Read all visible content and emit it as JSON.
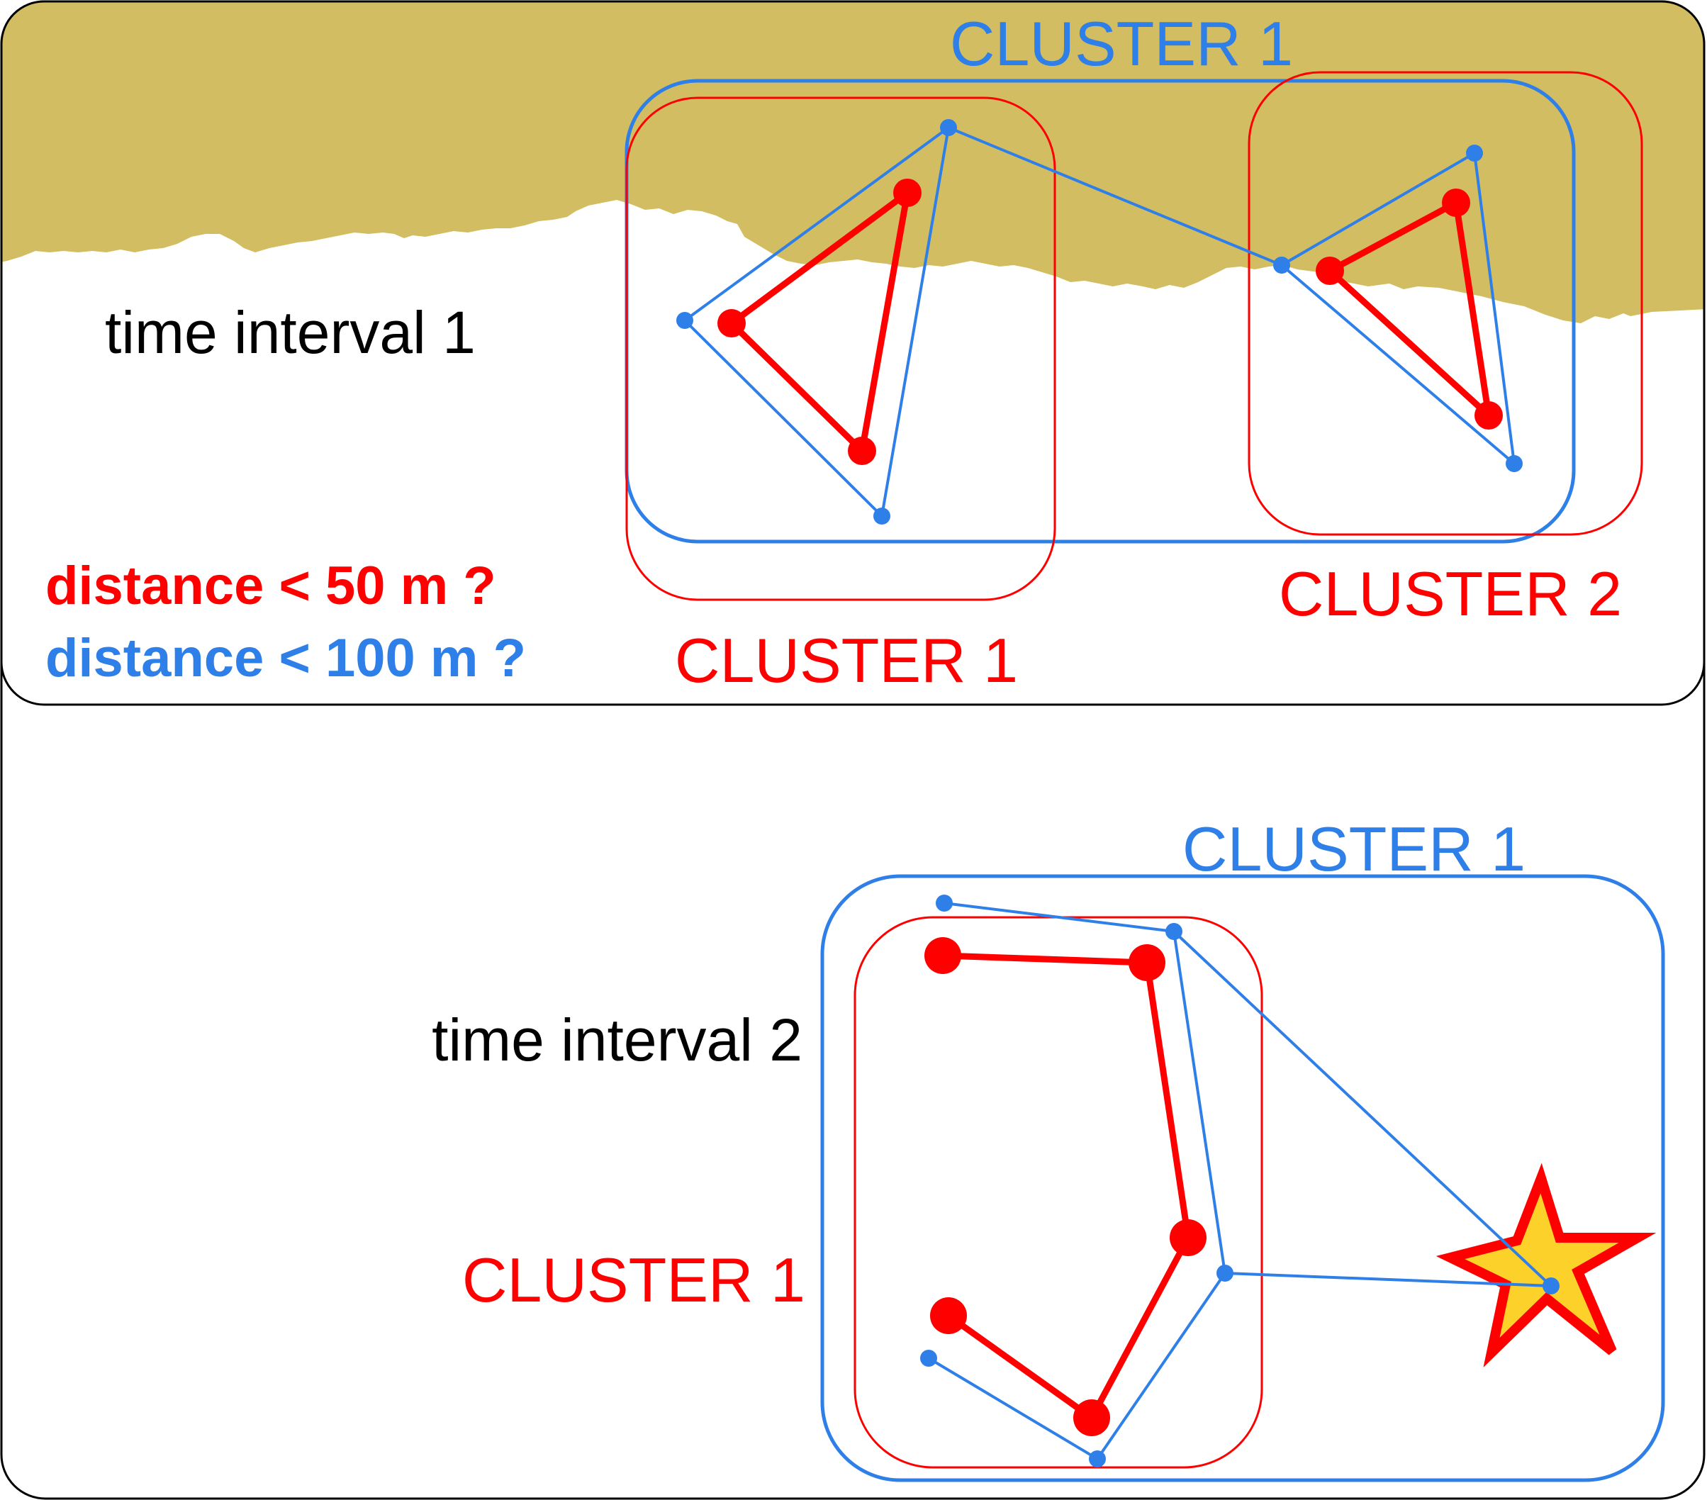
{
  "colors": {
    "red": "#ff0000",
    "blue": "#2f7fe8",
    "terrain": "#d2bd62",
    "star_fill": "#fcd12a",
    "frame": "#000000"
  },
  "interval1": {
    "label": "time interval 1",
    "blue_cluster_label": "CLUSTER 1",
    "red_cluster1_label": "CLUSTER 1",
    "red_cluster2_label": "CLUSTER 2",
    "threshold_red": "distance < 50 m ?",
    "threshold_blue": "distance < 100 m ?"
  },
  "interval2": {
    "label": "time interval 2",
    "blue_cluster_label": "CLUSTER 1",
    "red_cluster_label": "CLUSTER 1",
    "marker_icon": "star-icon"
  }
}
